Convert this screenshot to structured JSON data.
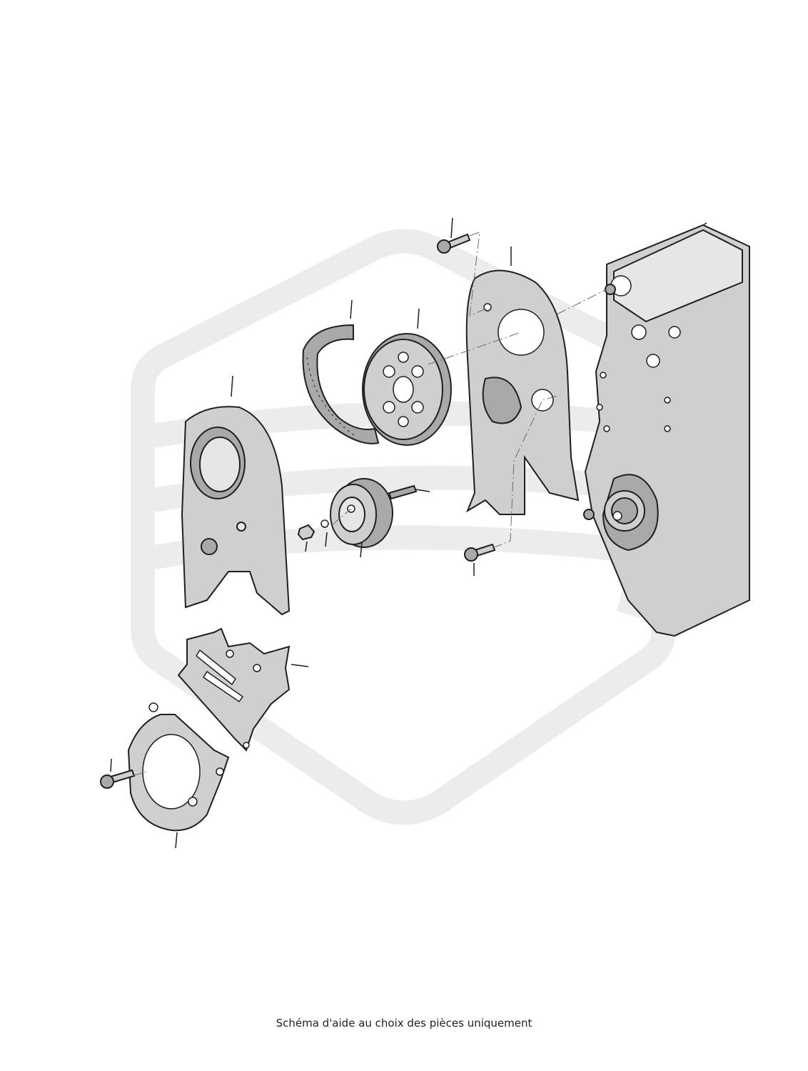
{
  "caption": "Schéma d'aide au choix des pièces uniquement",
  "colors": {
    "watermark": "#ececec",
    "part_fill": "#cfcfcf",
    "part_shadow": "#a9a9a9",
    "outline": "#1f1f1f"
  },
  "parts": [
    {
      "name": "bolt-top"
    },
    {
      "name": "rear-timing-belt-cover"
    },
    {
      "name": "engine-block"
    },
    {
      "name": "timing-belt"
    },
    {
      "name": "camshaft-sprocket"
    },
    {
      "name": "upper-timing-belt-cover"
    },
    {
      "name": "tensioner-pulley"
    },
    {
      "name": "stud"
    },
    {
      "name": "nut"
    },
    {
      "name": "washer"
    },
    {
      "name": "bolt-middle"
    },
    {
      "name": "lower-timing-belt-cover"
    },
    {
      "name": "crankshaft-pulley-cover"
    },
    {
      "name": "bolt-bottom"
    }
  ]
}
